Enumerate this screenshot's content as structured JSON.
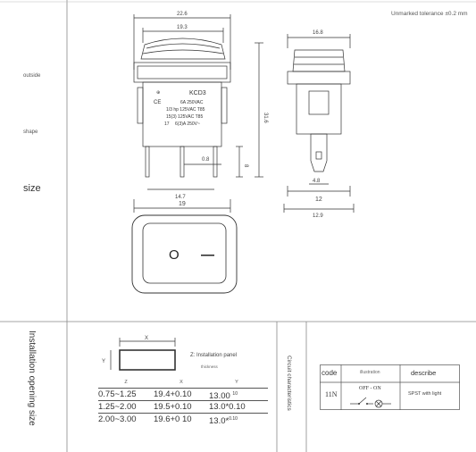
{
  "header": {
    "tolerance_note": "Unmarked tolerance ±0.2 mm"
  },
  "left_labels": {
    "outside": "outside",
    "shape": "shape",
    "size": "size"
  },
  "section_labels": {
    "installation_opening_size": "Installation opening size",
    "circuit_characteristics": "Circuit characteristics"
  },
  "front_view": {
    "dims": {
      "overall_width": "22.6",
      "body_width": "19.3",
      "height": "31.6",
      "terminal_spacing": "0.8",
      "terminal_length": "8",
      "terminal_pitch": "14.7",
      "base_width": "19"
    },
    "label_lines": {
      "model": "KCD3",
      "ce": "CE",
      "rating1": "6A 250VAC",
      "rating2": "1/3 hp 125VAC T85",
      "rating3": "15(3) 125VAC T85",
      "rating4": "6(3)A 250V~",
      "cert": "17"
    }
  },
  "side_view": {
    "dims": {
      "top_width": "16.8",
      "height_note": "",
      "terminal_width": "4.8",
      "body_width": "12",
      "base_width": "12.9"
    }
  },
  "top_view": {
    "symbols": {
      "off": "O",
      "on": "—"
    }
  },
  "opening": {
    "x_label": "X",
    "y_label": "Y",
    "z_label": "Z: Installation panel",
    "z_sublabel": "thickness",
    "table": {
      "headers": [
        "Z",
        "X",
        "Y"
      ],
      "rows": [
        [
          "0.75~1.25",
          "19.4+0.10",
          "13.00 ",
          "10"
        ],
        [
          "1.25~2.00",
          "19.5+0.10",
          "13.0*0.10",
          ""
        ],
        [
          "2.00~3.00",
          "19.6+0 10",
          "13.0*",
          "0.10"
        ]
      ]
    }
  },
  "circuit": {
    "headers": {
      "code": "code",
      "illustration": "illustration",
      "describe": "describe"
    },
    "row": {
      "code": "11N",
      "illustration_label": "OFF - ON",
      "describe": "SPST with light"
    }
  }
}
